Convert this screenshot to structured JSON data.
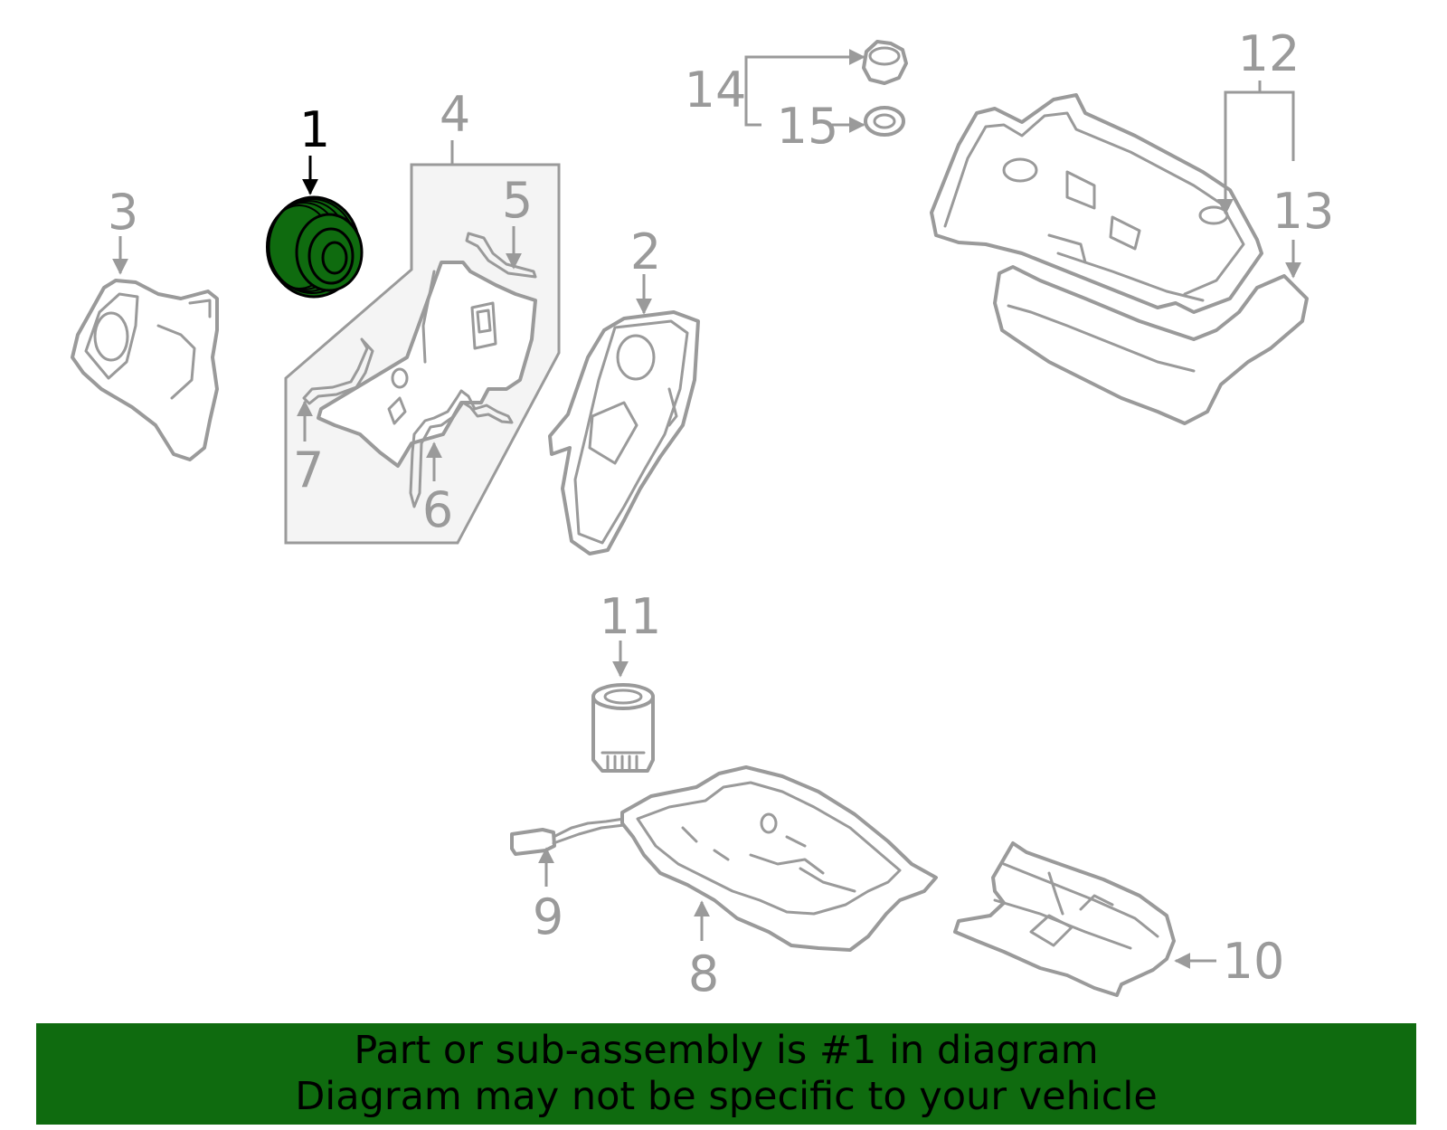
{
  "callouts": {
    "c1": "1",
    "c2": "2",
    "c3": "3",
    "c4": "4",
    "c5": "5",
    "c6": "6",
    "c7": "7",
    "c8": "8",
    "c9": "9",
    "c10": "10",
    "c11": "11",
    "c12": "12",
    "c13": "13",
    "c14": "14",
    "c15": "15"
  },
  "highlight_color": "#0f6b0f",
  "banner": {
    "line1": "Part or sub-assembly is #1 in diagram",
    "line2": "Diagram may not be specific to your vehicle"
  }
}
